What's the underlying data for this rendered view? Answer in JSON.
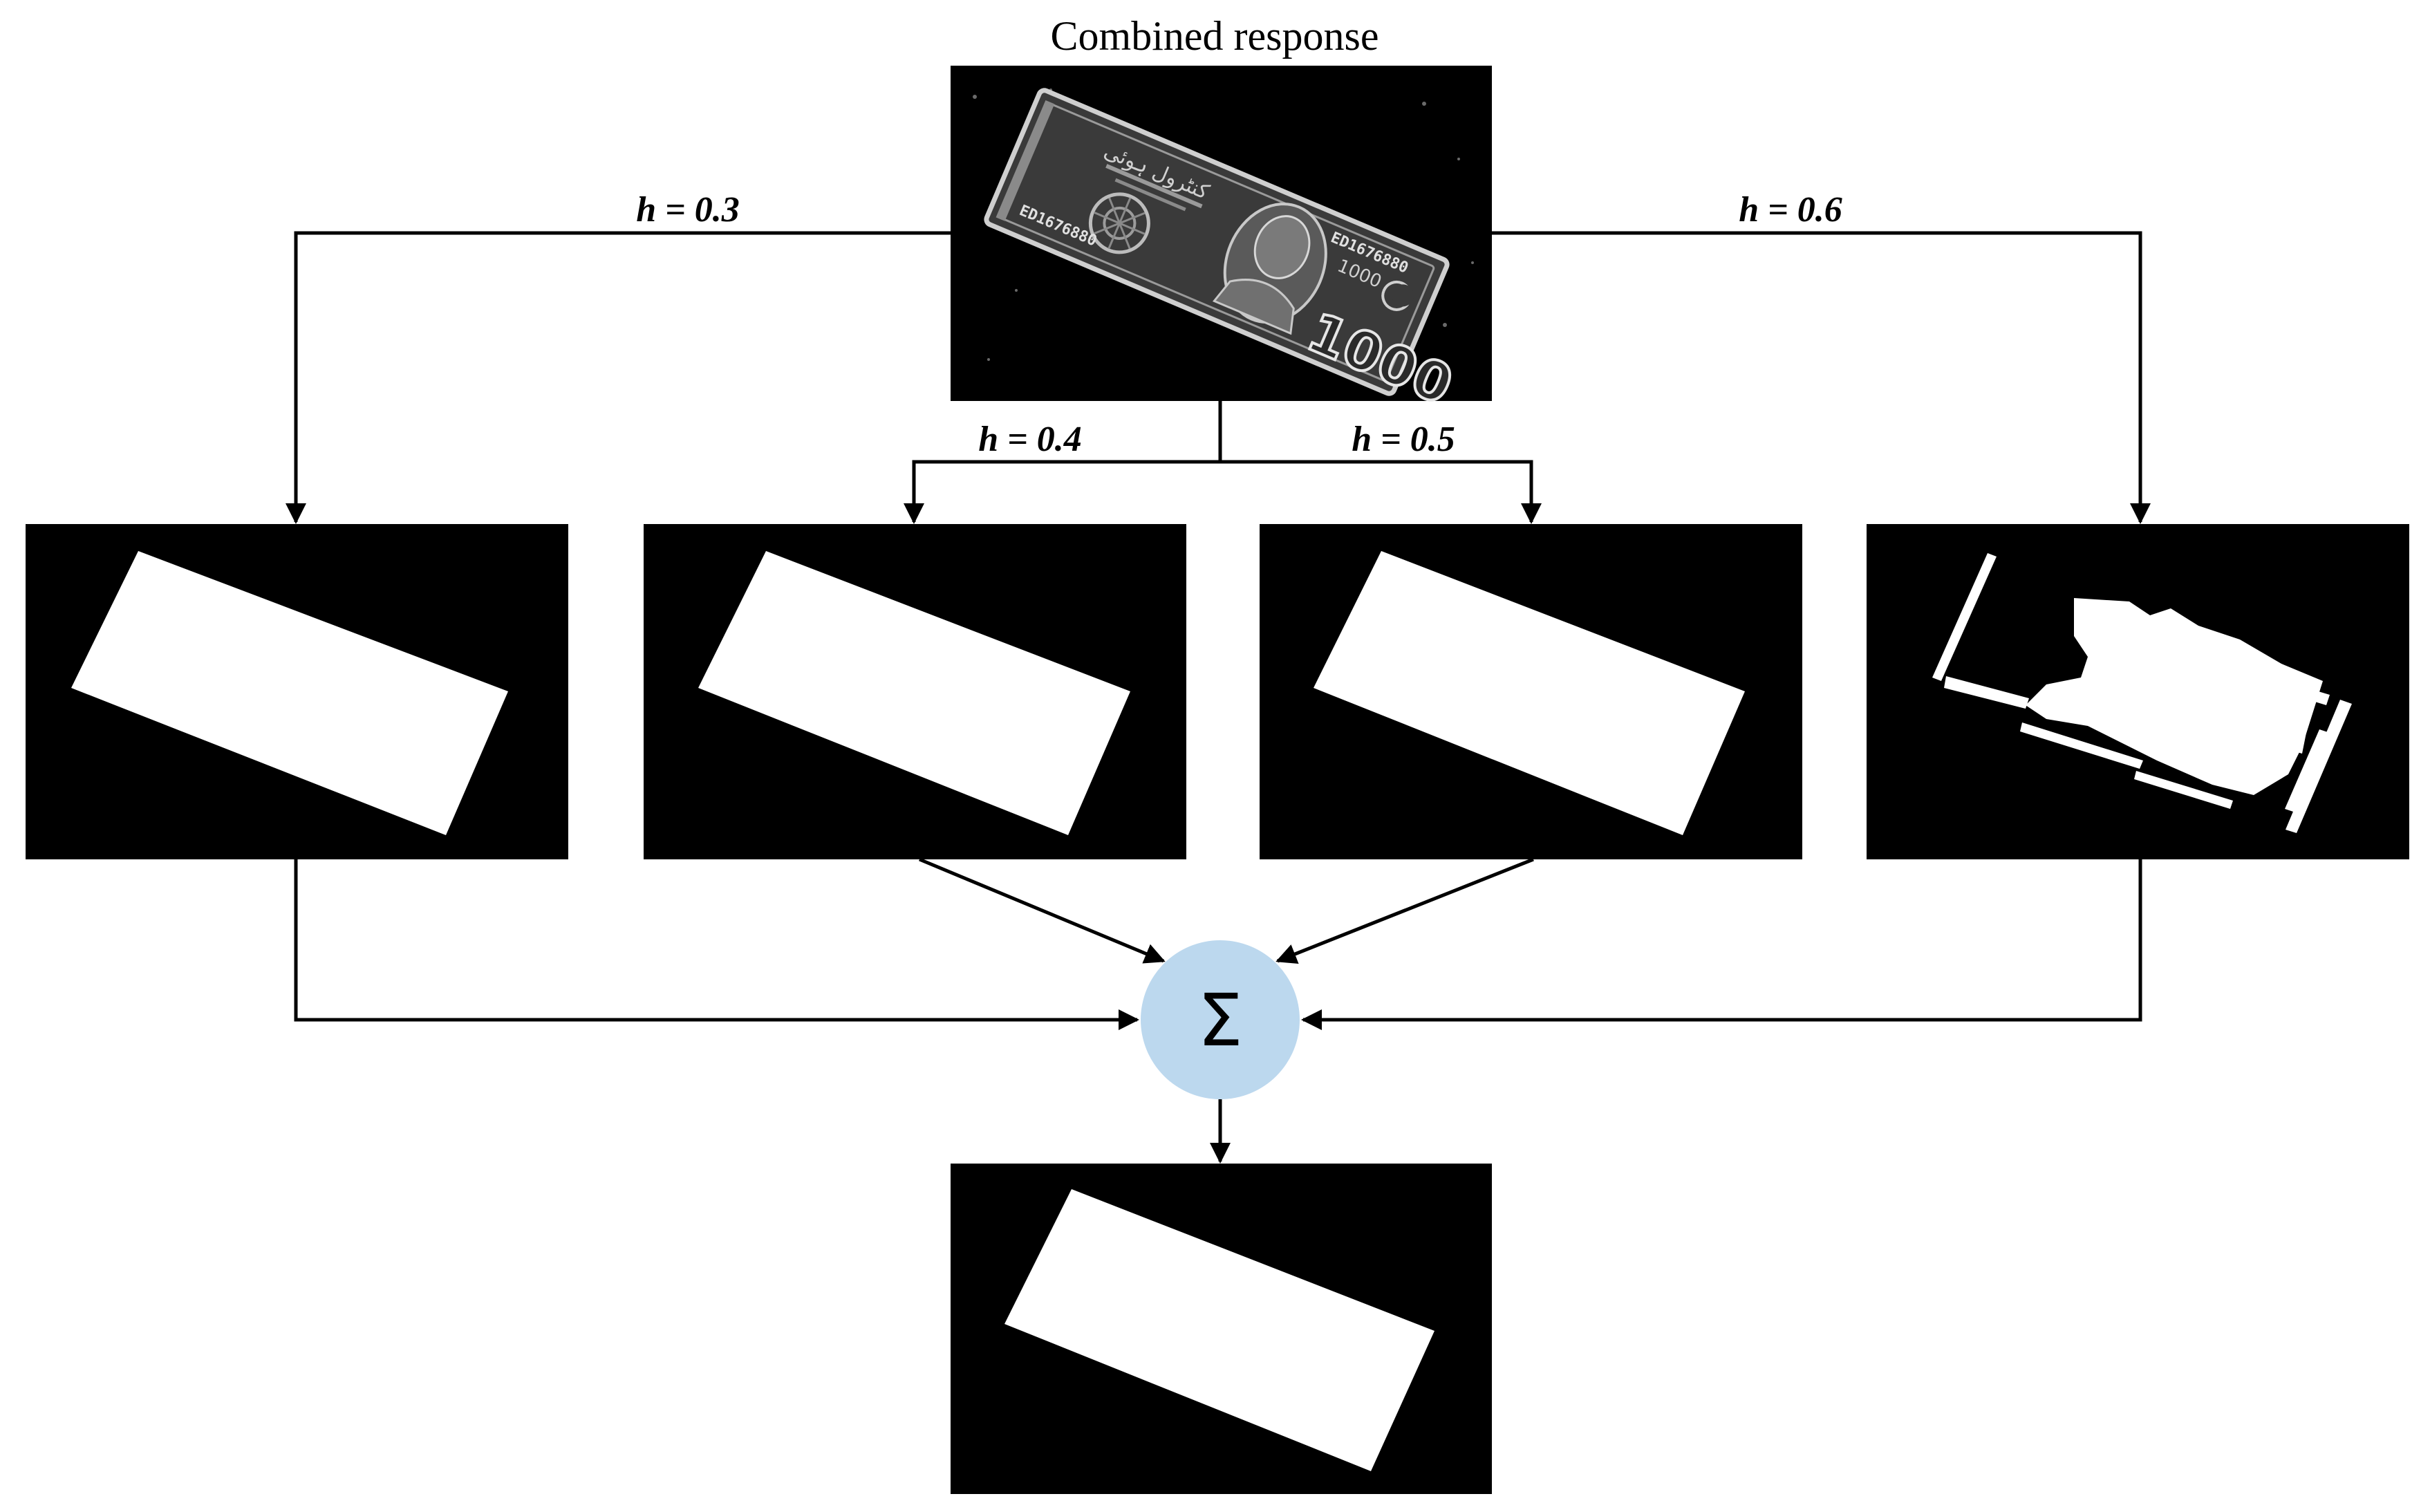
{
  "title": "Combined response",
  "thresholds": [
    {
      "label": "h = 0.3"
    },
    {
      "label": "h = 0.4"
    },
    {
      "label": "h = 0.5"
    },
    {
      "label": "h = 0.6"
    }
  ],
  "sum_node": {
    "symbol": "Σ",
    "color": "#bcd8ee"
  },
  "banknote": {
    "denomination": "1000",
    "serial": "ED1676880",
    "script_text": "کنٹرول ہوئی",
    "small_text": "1000"
  },
  "colors": {
    "panel_background": "#000000",
    "mask_foreground": "#ffffff",
    "line": "#000000"
  }
}
